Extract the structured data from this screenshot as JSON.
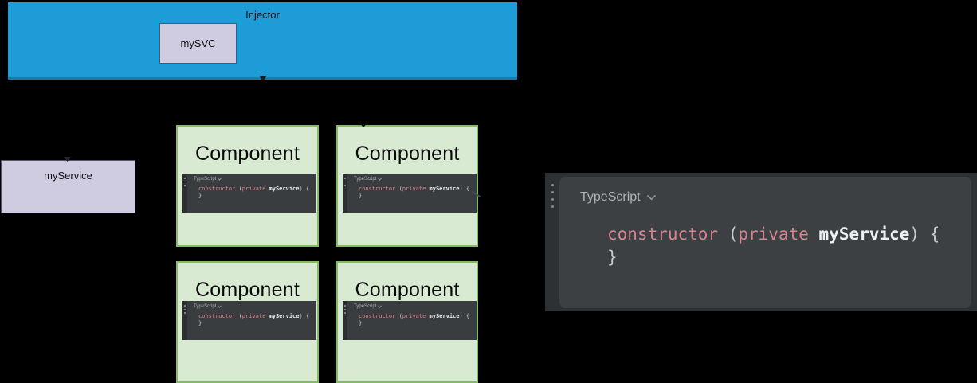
{
  "colors": {
    "injector_fill": "#1E9CD8",
    "injector_border": "#1879AD",
    "box_fill": "#CFCCE1",
    "box_border": "#56526F",
    "component_fill": "#D8EAD2",
    "component_border": "#85BB65",
    "panel_outer": "#2E3134",
    "panel_inner": "#3D4043",
    "snippet_bg": "#3A3D3F",
    "snippet_rail": "#2C2F31",
    "code_keyword": "#D5838E",
    "code_plain": "#C8CBCD",
    "code_identifier": "#EDEFF1",
    "muted_label": "#AEB2B5"
  },
  "icons": {
    "language_dropdown": "chevron-down-icon",
    "drag_handle": "vertical-dots-drag-handle"
  },
  "injector": {
    "label": "Injector",
    "service_box_label": "mySVC"
  },
  "service_box": {
    "label": "myService"
  },
  "components": [
    {
      "title": "Component"
    },
    {
      "title": "Component"
    },
    {
      "title": "Component"
    },
    {
      "title": "Component"
    }
  ],
  "code": {
    "language_label": "TypeScript",
    "tokens": {
      "keyword_constructor": "constructor",
      "open_paren": " (",
      "keyword_private": "private",
      "space": " ",
      "identifier": "myService",
      "close_paren_brace": ") {",
      "closing_brace": "}"
    }
  }
}
